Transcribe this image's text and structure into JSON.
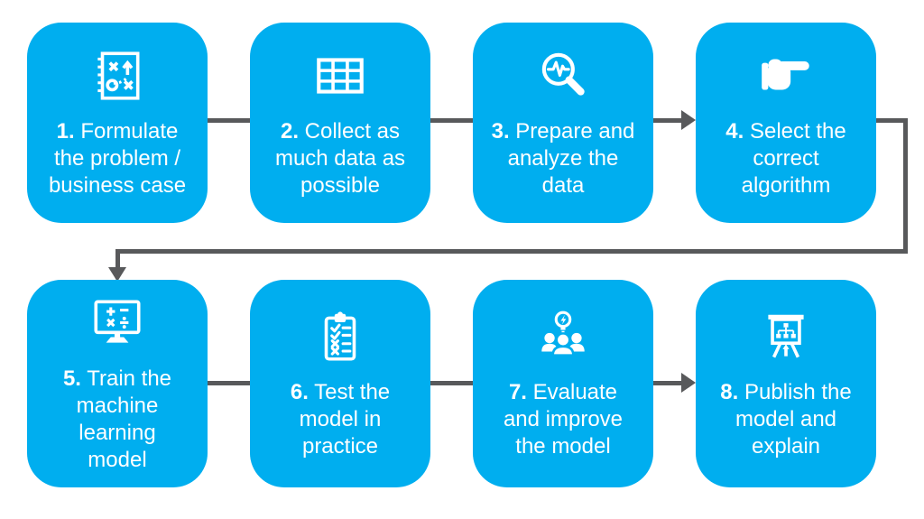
{
  "title": "Machine learning workflow diagram",
  "palette": {
    "box_blue": "#00AEEF",
    "connector_gray": "#58595B",
    "text_white": "#FFFFFF"
  },
  "steps": [
    {
      "number": "1.",
      "lines": [
        "Formulate",
        "the problem /",
        "business case"
      ],
      "icon": "strategy-plan-icon"
    },
    {
      "number": "2.",
      "lines": [
        "Collect as",
        "much data as",
        "possible"
      ],
      "icon": "data-table-icon"
    },
    {
      "number": "3.",
      "lines": [
        "Prepare and",
        "analyze the",
        "data"
      ],
      "icon": "analyze-magnifier-icon"
    },
    {
      "number": "4.",
      "lines": [
        "Select the",
        "correct",
        "algorithm"
      ],
      "icon": "pointing-hand-icon"
    },
    {
      "number": "5.",
      "lines": [
        "Train the",
        "machine",
        "learning",
        "model"
      ],
      "icon": "training-monitor-icon"
    },
    {
      "number": "6.",
      "lines": [
        "Test the",
        "model in",
        "practice"
      ],
      "icon": "checklist-clipboard-icon"
    },
    {
      "number": "7.",
      "lines": [
        "Evaluate",
        "and improve",
        "the model"
      ],
      "icon": "team-idea-icon"
    },
    {
      "number": "8.",
      "lines": [
        "Publish the",
        "model and",
        "explain"
      ],
      "icon": "presentation-board-icon"
    }
  ],
  "connectors": [
    "step1-to-step2",
    "step2-to-step3",
    "step3-to-step4-arrow",
    "step4-to-step5-wrap-arrow",
    "step5-to-step6",
    "step6-to-step7",
    "step7-to-step8-arrow"
  ]
}
